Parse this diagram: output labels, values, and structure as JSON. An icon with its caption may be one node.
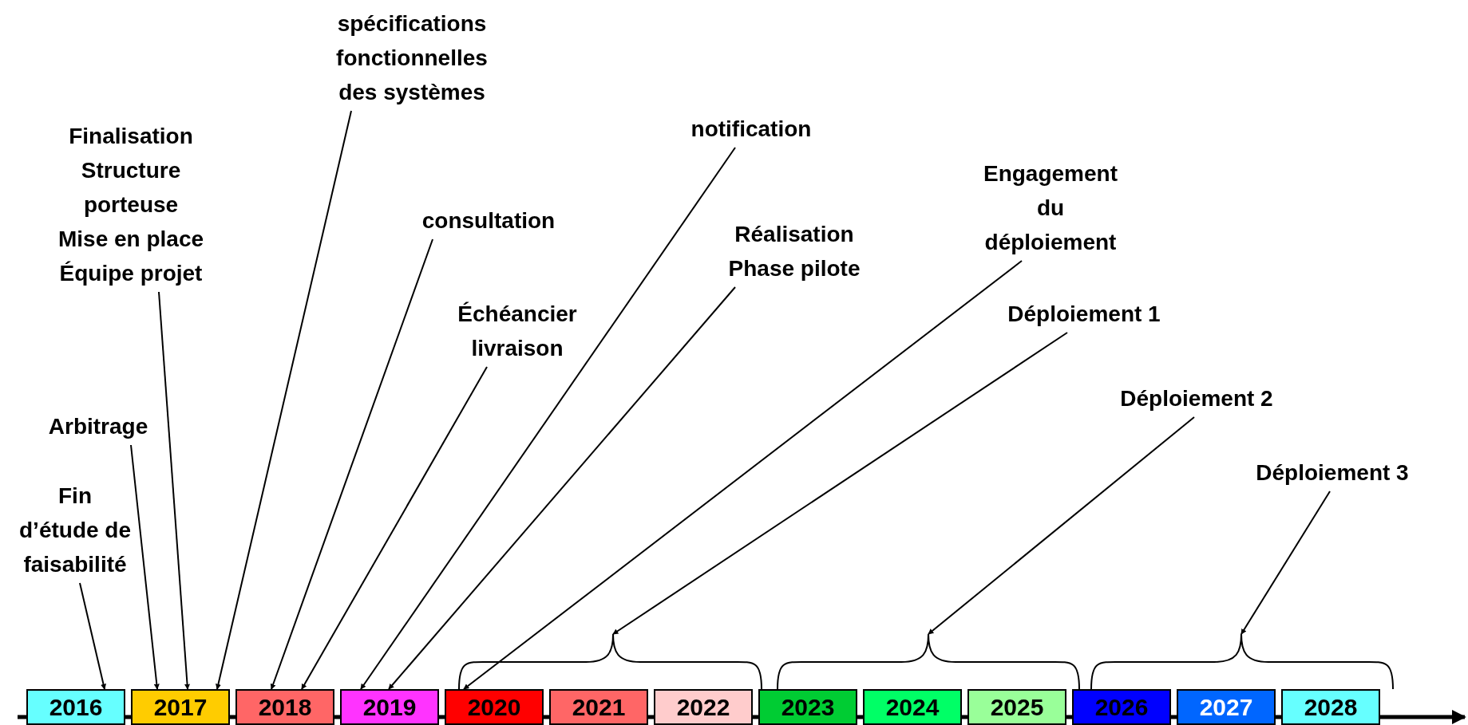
{
  "diagram": {
    "nodes": [
      {
        "text": [
          "Fin d’étude de faisabilité"
        ]
      },
      {
        "text": [
          "Arbitrage"
        ]
      },
      {
        "text": [
          "Finalisation Structure porteuse",
          "Mise en place Équipe projet"
        ]
      },
      {
        "text": [
          "spécifications fonctionnelles des systèmes"
        ]
      },
      {
        "text": [
          "consultation"
        ]
      },
      {
        "text": [
          "Échéancier livraison"
        ]
      },
      {
        "text": [
          "notification"
        ]
      },
      {
        "text": [
          "Réalisation Phase pilote"
        ]
      },
      {
        "text": [
          "Engagement du déploiement"
        ]
      },
      {
        "text": [
          "Déploiement 1"
        ]
      },
      {
        "text": [
          "Déploiement 2"
        ]
      },
      {
        "text": [
          "Déploiement 3"
        ]
      },
      {
        "text": [
          "2016"
        ]
      },
      {
        "text": [
          "2017"
        ]
      },
      {
        "text": [
          "2018"
        ]
      },
      {
        "text": [
          "2019"
        ]
      },
      {
        "text": [
          "2020"
        ]
      },
      {
        "text": [
          "2021"
        ]
      },
      {
        "text": [
          "2022"
        ]
      },
      {
        "text": [
          "2023"
        ]
      },
      {
        "text": [
          "2024"
        ]
      },
      {
        "text": [
          "2025"
        ]
      },
      {
        "text": [
          "2026"
        ]
      },
      {
        "text": [
          "2027"
        ]
      },
      {
        "text": [
          "2028"
        ]
      },
      {
        "text": [],
        "shape": "bracket"
      },
      {
        "text": [],
        "shape": "bracket"
      },
      {
        "text": [],
        "shape": "bracket"
      }
    ],
    "edges": [
      {
        "from": 0,
        "to": 12,
        "arrow": "to"
      },
      {
        "from": 1,
        "to": 13,
        "arrow": "to"
      },
      {
        "from": 2,
        "to": 13,
        "arrow": "to"
      },
      {
        "from": 3,
        "to": 13,
        "arrow": "to"
      },
      {
        "from": 4,
        "to": 14,
        "arrow": "to"
      },
      {
        "from": 5,
        "to": 14,
        "arrow": "to"
      },
      {
        "from": 6,
        "to": 15,
        "arrow": "to"
      },
      {
        "from": 7,
        "to": 15,
        "arrow": "to"
      },
      {
        "from": 8,
        "to": 16,
        "arrow": "to"
      },
      {
        "from": 9,
        "to": 25,
        "arrow": "to"
      },
      {
        "from": 10,
        "to": 26,
        "arrow": "to"
      },
      {
        "from": 11,
        "to": 27,
        "arrow": "to"
      }
    ]
  }
}
